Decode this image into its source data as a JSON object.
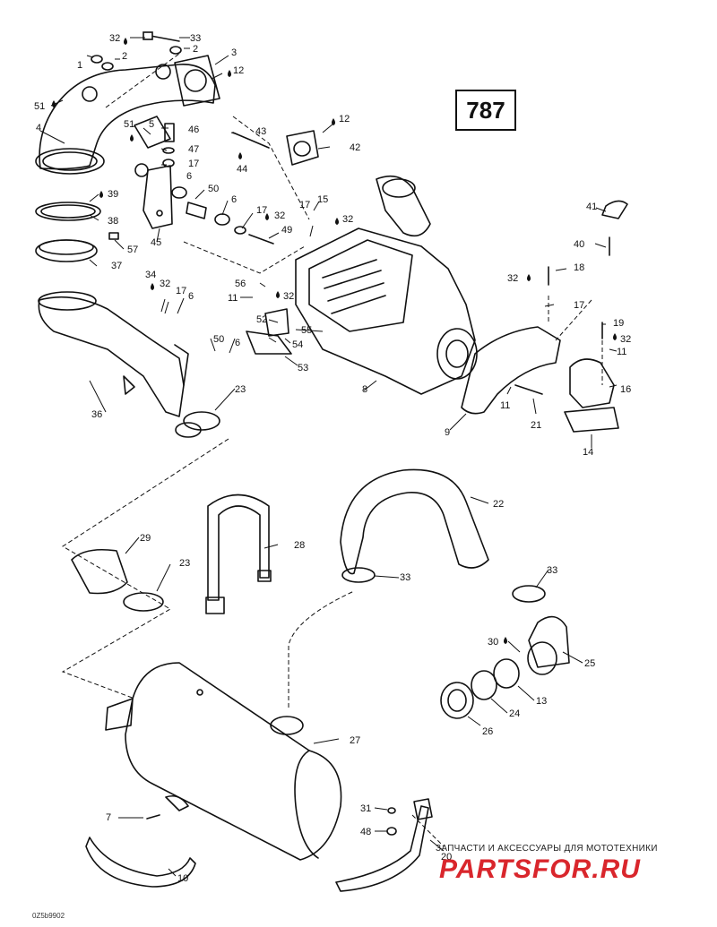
{
  "diagram": {
    "page_number": "787",
    "footer_code": "0Z5b9902",
    "watermark_small": "ЗАПЧАСТИ И АКСЕССУАРЫ ДЛЯ МОТОТЕХНИКИ",
    "watermark_logo": "PARTSFOR.RU",
    "callouts": [
      "1",
      "2",
      "3",
      "4",
      "5",
      "6",
      "7",
      "8",
      "9",
      "10",
      "11",
      "12",
      "13",
      "14",
      "15",
      "16",
      "17",
      "18",
      "19",
      "20",
      "21",
      "22",
      "23",
      "24",
      "25",
      "26",
      "27",
      "28",
      "29",
      "30",
      "31",
      "32",
      "33",
      "34",
      "36",
      "37",
      "38",
      "39",
      "40",
      "41",
      "42",
      "43",
      "44",
      "45",
      "46",
      "47",
      "48",
      "49",
      "50",
      "51",
      "52",
      "53",
      "54",
      "55",
      "56",
      "57"
    ]
  }
}
